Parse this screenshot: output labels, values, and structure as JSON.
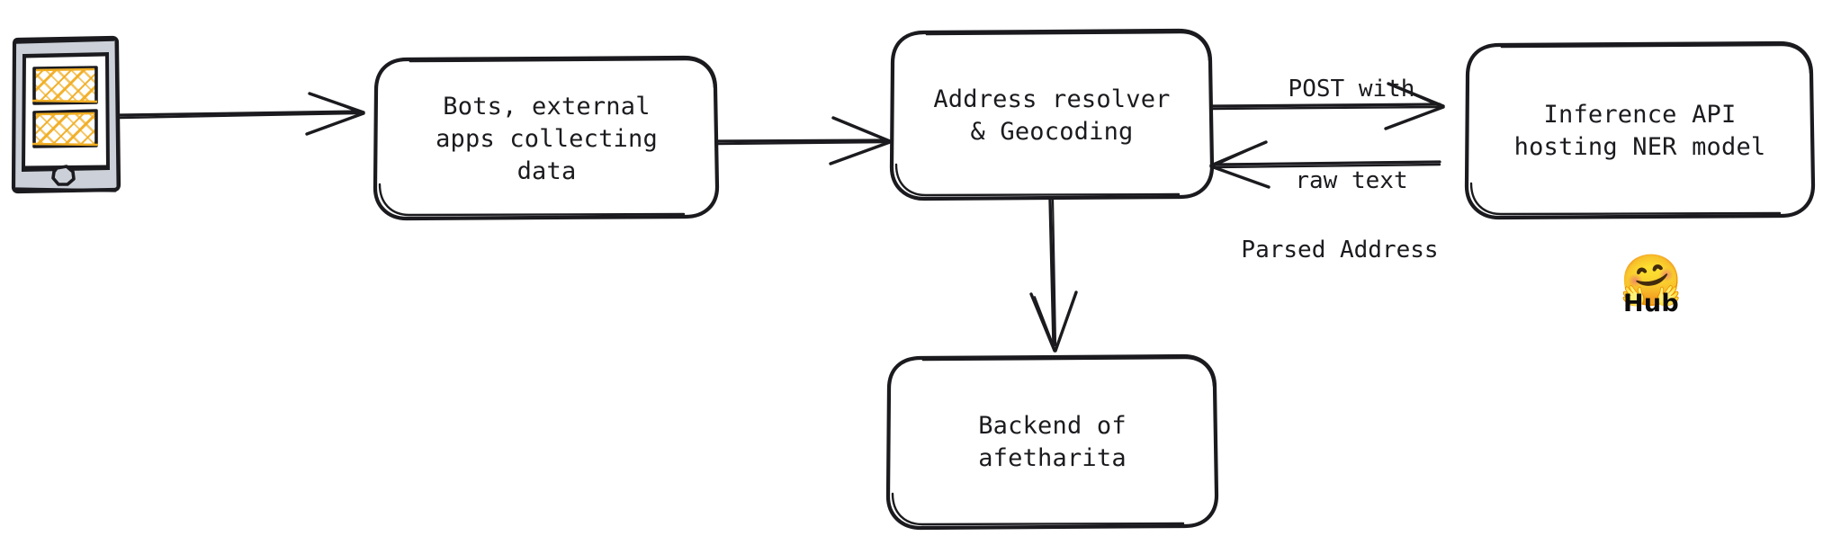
{
  "diagram": {
    "type": "flow-architecture",
    "style": "hand-drawn",
    "background": "#ffffff",
    "stroke_color": "#1b1b1f",
    "accent_color": "#f0ad22",
    "device_frame_color": "#ccd1d9"
  },
  "nodes": [
    {
      "id": "phone",
      "name": "mobile-device",
      "kind": "device-mockup",
      "lines": []
    },
    {
      "id": "collectors",
      "name": "bots-external-apps",
      "kind": "rounded-box",
      "lines": [
        "Bots, external",
        "apps collecting",
        "data"
      ]
    },
    {
      "id": "resolver",
      "name": "address-resolver",
      "kind": "rounded-box",
      "lines": [
        "Address resolver",
        "& Geocoding"
      ]
    },
    {
      "id": "inference",
      "name": "inference-api",
      "kind": "rounded-box",
      "lines": [
        "Inference API",
        "hosting NER model"
      ]
    },
    {
      "id": "backend",
      "name": "backend-afetharita",
      "kind": "rounded-box",
      "lines": [
        "Backend of",
        "afetharita"
      ]
    }
  ],
  "edges": [
    {
      "id": "e1",
      "name": "phone-to-collectors",
      "from": "phone",
      "to": "collectors",
      "label": ""
    },
    {
      "id": "e2",
      "name": "collectors-to-resolver",
      "from": "collectors",
      "to": "resolver",
      "label": ""
    },
    {
      "id": "e3",
      "name": "resolver-to-inference",
      "from": "resolver",
      "to": "inference",
      "label_lines": [
        "POST with",
        "raw text"
      ]
    },
    {
      "id": "e4",
      "name": "inference-to-resolver",
      "from": "inference",
      "to": "resolver",
      "label_lines": [
        "Parsed Address"
      ]
    },
    {
      "id": "e5",
      "name": "resolver-to-backend",
      "from": "resolver",
      "to": "backend",
      "label": ""
    }
  ],
  "logo": {
    "name": "huggingface-hub",
    "emoji": "🤗",
    "label": "Hub"
  }
}
